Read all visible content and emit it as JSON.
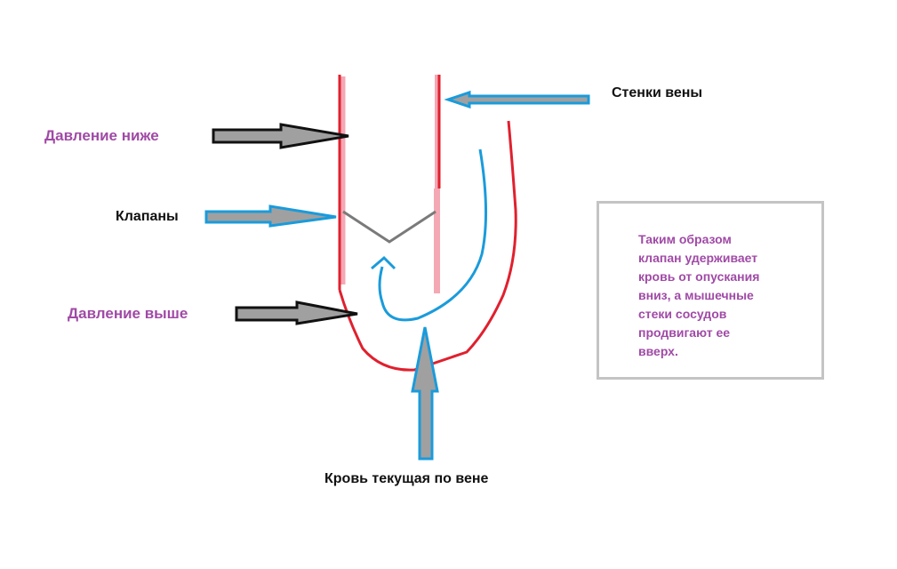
{
  "labels": {
    "vein_walls": "Стенки вены",
    "pressure_lower": "Давление ниже",
    "valves": "Клапаны",
    "pressure_higher": "Давление выше",
    "blood_flow": "Кровь текущая по вене"
  },
  "note": {
    "text": "Таким образом\nклапан удерживает\nкровь от опускания\nвниз, а мышечные\nстеки сосудов\nпродвигают ее\nвверх."
  },
  "colors": {
    "vein_wall": "#e0202e",
    "vein_wall_light": "#f4a8b4",
    "arrow_blue": "#1a9bdb",
    "arrow_black": "#111111",
    "arrow_gray": "#a0a0a0",
    "valve": "#7a7a7a",
    "label_purple": "#a04aa6",
    "box_border": "#c4c4c4"
  }
}
